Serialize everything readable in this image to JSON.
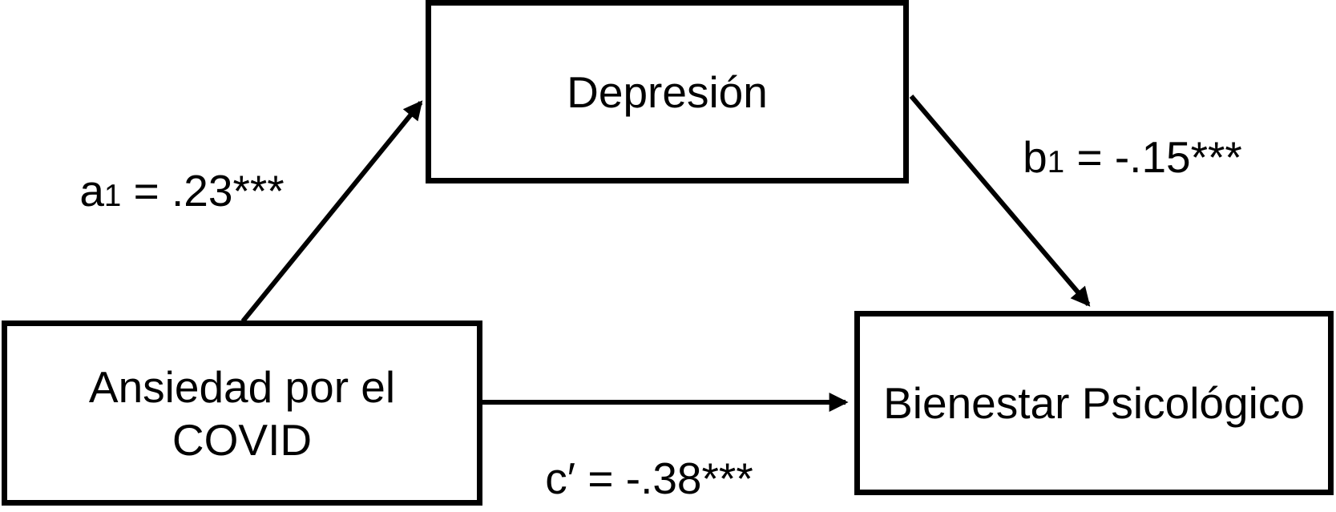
{
  "diagram_type": "mediation path diagram",
  "nodes": {
    "mediator": {
      "label": "Depresión"
    },
    "predictor": {
      "label": "Ansiedad por el COVID"
    },
    "outcome": {
      "label": "Bienestar Psicológico"
    }
  },
  "paths": {
    "a": {
      "var": "a",
      "sub": "1",
      "rest": " = .23***",
      "coefficient": 0.23,
      "significance": "***"
    },
    "b": {
      "var": "b",
      "sub": "1",
      "rest": " = -.15***",
      "coefficient": -0.15,
      "significance": "***"
    },
    "c": {
      "var": "c′",
      "sub": "",
      "rest": " = -.38***",
      "coefficient": -0.38,
      "significance": "***"
    }
  },
  "colors": {
    "background": "#ffffff",
    "box_fill": "#ffffff",
    "line": "#000000",
    "text": "#000000"
  }
}
